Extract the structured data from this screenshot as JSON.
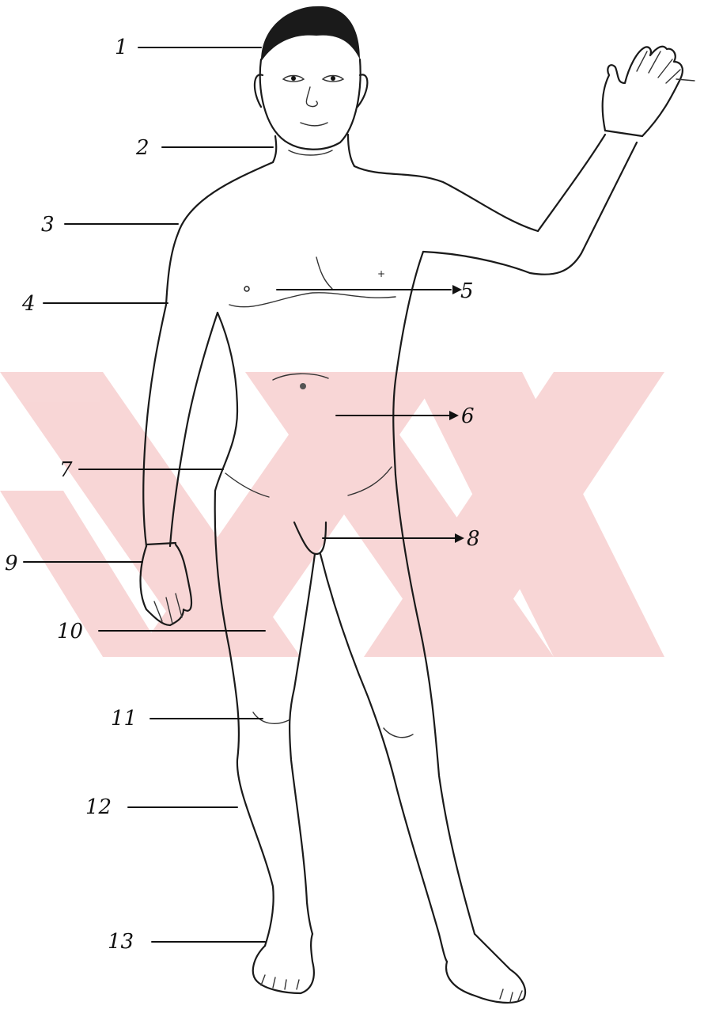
{
  "figure": {
    "watermark_color": "#f7d0d0",
    "line_color": "#111111",
    "labels": [
      {
        "id": "1",
        "text": "1"
      },
      {
        "id": "2",
        "text": "2"
      },
      {
        "id": "3",
        "text": "3"
      },
      {
        "id": "4",
        "text": "4"
      },
      {
        "id": "5",
        "text": "5"
      },
      {
        "id": "6",
        "text": "6"
      },
      {
        "id": "7",
        "text": "7"
      },
      {
        "id": "8",
        "text": "8"
      },
      {
        "id": "9",
        "text": "9"
      },
      {
        "id": "10",
        "text": "10"
      },
      {
        "id": "11",
        "text": "11"
      },
      {
        "id": "12",
        "text": "12"
      },
      {
        "id": "13",
        "text": "13"
      }
    ]
  }
}
